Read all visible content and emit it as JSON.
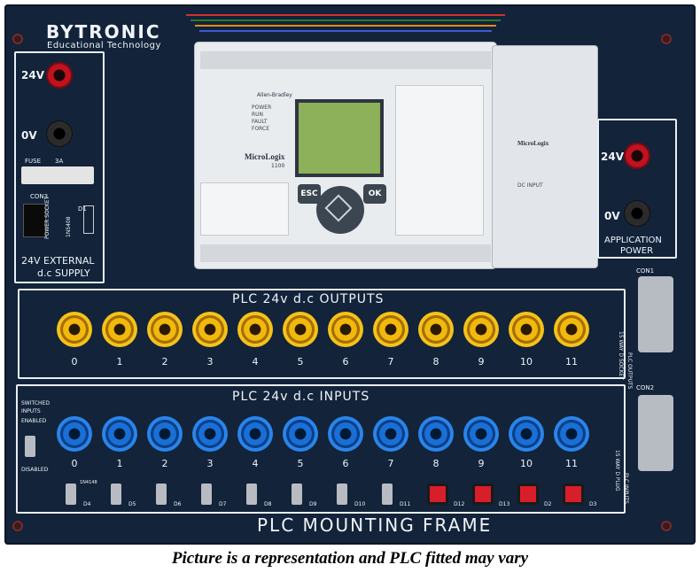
{
  "brand": {
    "name": "BYTRONIC",
    "tagline": "Educational Technology"
  },
  "external_supply": {
    "pos_label": "24V",
    "neg_label": "0V",
    "fuse_label": "FUSE",
    "fuse_rating": "3A",
    "con_label": "CON3",
    "power_socket_label": "POWER SOCKET",
    "diode_code": "1N5408",
    "diode_ref": "D1",
    "title_line1": "24V EXTERNAL",
    "title_line2": "d.c SUPPLY"
  },
  "application_power": {
    "pos_label": "24V",
    "neg_label": "0V",
    "title_line1": "APPLICATION",
    "title_line2": "POWER"
  },
  "outputs": {
    "title": "PLC 24v d.c OUTPUTS",
    "channels": [
      "0",
      "1",
      "2",
      "3",
      "4",
      "5",
      "6",
      "7",
      "8",
      "9",
      "10",
      "11"
    ]
  },
  "inputs": {
    "title": "PLC 24v d.c INPUTS",
    "channels": [
      "0",
      "1",
      "2",
      "3",
      "4",
      "5",
      "6",
      "7",
      "8",
      "9",
      "10",
      "11"
    ],
    "switched_label_1": "SWITCHED",
    "switched_label_2": "INPUTS",
    "enabled_label": "ENABLED",
    "disabled_label": "DISABLED",
    "switch_refs": [
      "D4",
      "D5",
      "D6",
      "D7",
      "D8",
      "D9",
      "D10",
      "D11"
    ],
    "button_refs": [
      "D12",
      "D13",
      "D2",
      "D3"
    ],
    "diode_code": "1N4148"
  },
  "connectors": {
    "con1": "CON1",
    "con1_desc_1": "PLC OUTPUTS",
    "con1_desc_2": "15 WAY D SOCKET",
    "con2": "CON2",
    "con2_desc_1": "PLC INPUTS",
    "con2_desc_2": "15 WAY D PLUG"
  },
  "plc": {
    "maker": "Allen-Bradley",
    "model": "MicroLogix",
    "model_num": "1100",
    "status": [
      "POWER",
      "RUN",
      "FAULT",
      "FORCE"
    ],
    "esc_label": "ESC",
    "ok_label": "OK",
    "ext_model": "MicroLogix",
    "ext_type": "DC INPUT"
  },
  "frame_title": "PLC MOUNTING FRAME",
  "caption": "Picture is a representation and PLC fitted may vary",
  "colors": {
    "board": "#12233a",
    "output_socket": "#f1b80e",
    "input_socket": "#1a6fd6",
    "power_pos": "#c1121f",
    "power_neg": "#111111"
  }
}
